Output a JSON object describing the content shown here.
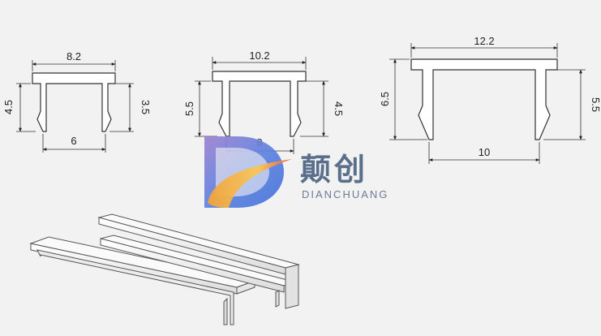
{
  "profiles": [
    {
      "width_top": "8.2",
      "width_bottom": "6",
      "height_left": "4.5",
      "height_right": "3.5"
    },
    {
      "width_top": "10.2",
      "width_bottom": "8",
      "height_left": "5.5",
      "height_right": "4.5"
    },
    {
      "width_top": "12.2",
      "width_bottom": "10",
      "height_left": "6.5",
      "height_right": "5.5"
    }
  ],
  "logo": {
    "name_cn": "颠创",
    "name_en": "DIANCHUANG",
    "colors": {
      "blue": "#3d6fd8",
      "orange": "#f2a23a",
      "purple": "#9b7fd0",
      "text": "#5a6f8c"
    }
  }
}
